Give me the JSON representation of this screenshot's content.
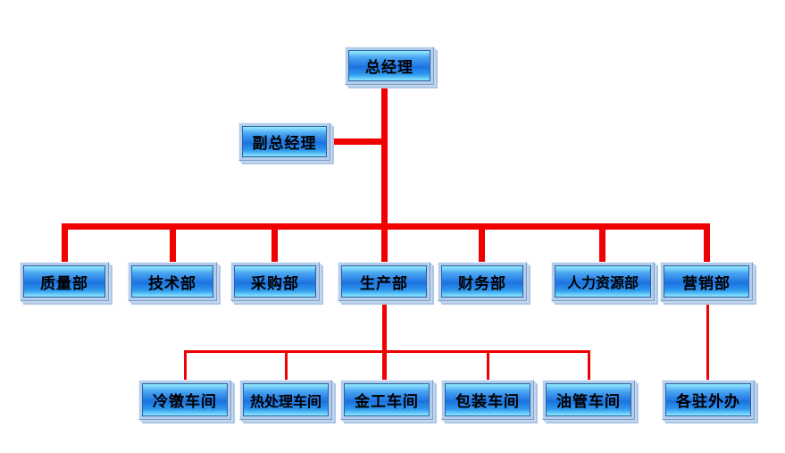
{
  "diagram_title": "company-organization-chart",
  "nodes": {
    "general_manager": {
      "label": "总经理"
    },
    "deputy_general_manager": {
      "label": "副总经理"
    },
    "departments": [
      {
        "label": "质量部"
      },
      {
        "label": "技术部"
      },
      {
        "label": "采购部"
      },
      {
        "label": "生产部"
      },
      {
        "label": "财务部"
      },
      {
        "label": "人力资源部"
      },
      {
        "label": "营销部"
      }
    ],
    "workshops": [
      {
        "label": "冷镦车间"
      },
      {
        "label": "热处理车间"
      },
      {
        "label": "金工车间"
      },
      {
        "label": "包装车间"
      },
      {
        "label": "油管车间"
      }
    ],
    "field_offices": [
      {
        "label": "各驻外办"
      }
    ]
  },
  "hierarchy": {
    "root": "总经理",
    "assistant_of_root": "副总经理",
    "children_of_root": [
      "质量部",
      "技术部",
      "采购部",
      "生产部",
      "财务部",
      "人力资源部",
      "营销部"
    ],
    "children_of_production": [
      "冷镦车间",
      "热处理车间",
      "金工车间",
      "包装车间",
      "油管车间"
    ],
    "children_of_marketing": [
      "各驻外办"
    ]
  },
  "colors": {
    "background": "#ffffff",
    "connector": "#f00000",
    "box_frame": "#b3cdec",
    "box_frame_shadow": "#adc6e6",
    "box_inner_border": "#2d5f9e",
    "box_gradient_top": "#97ecff",
    "box_gradient_middle": "#1c72e0",
    "box_gradient_bottom": "#8ce8ff",
    "text": "#000000"
  }
}
